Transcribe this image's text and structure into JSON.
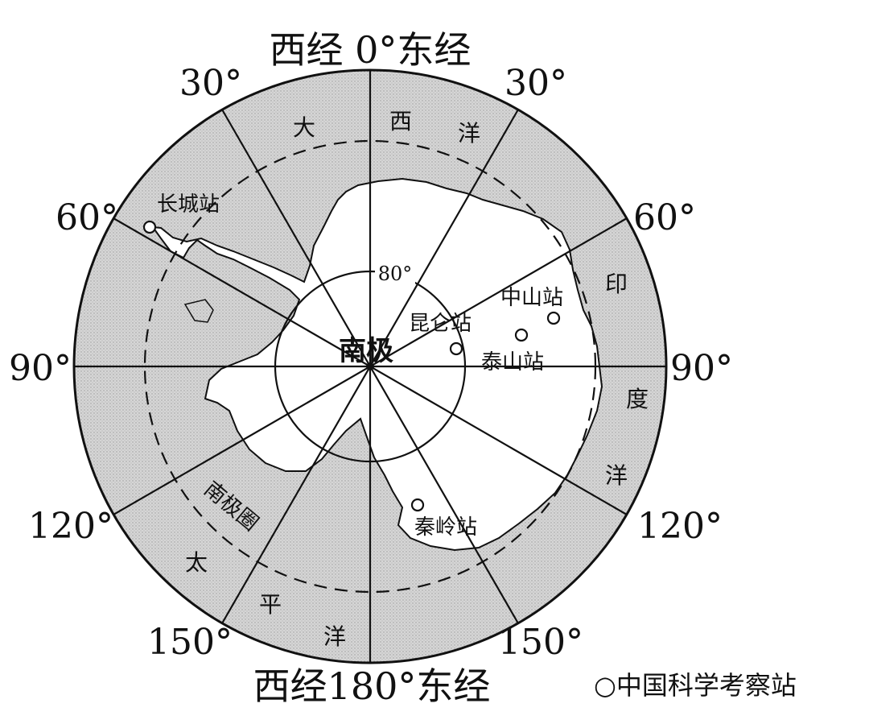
{
  "header": {
    "top_title": "西经 0°东经",
    "bottom_title": "西经180°东经"
  },
  "longitude_labels": {
    "w30": "30°",
    "e30": "30°",
    "w60": "60°",
    "e60": "60°",
    "w90": "90°",
    "e90": "90°",
    "w120": "120°",
    "e120": "120°",
    "w150": "150°",
    "e150": "150°"
  },
  "latitude_label": "80°",
  "antarctic_circle_label": "南极圈",
  "south_pole_label": "南极",
  "oceans": {
    "atlantic": [
      "大",
      "西",
      "洋"
    ],
    "indian": [
      "印",
      "度",
      "洋"
    ],
    "pacific": [
      "太",
      "平",
      "洋"
    ]
  },
  "stations": [
    {
      "name": "长城站"
    },
    {
      "name": "中山站"
    },
    {
      "name": "昆仑站"
    },
    {
      "name": "泰山站"
    },
    {
      "name": "秦岭站"
    }
  ],
  "legend": {
    "symbol": "○",
    "label": "中国科学考察站"
  },
  "colors": {
    "ocean": "#d4d4d4",
    "land": "#ffffff",
    "line": "#111111"
  }
}
